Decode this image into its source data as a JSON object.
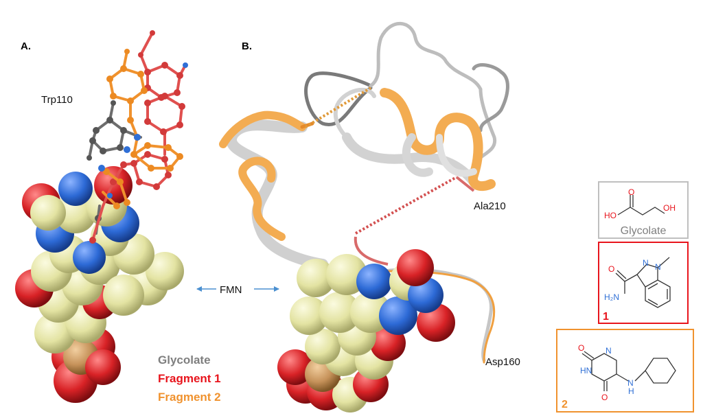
{
  "panels": {
    "a": "A.",
    "b": "B."
  },
  "labels": {
    "trp": "Trp110",
    "fmn": "FMN",
    "ala": "Ala210",
    "asp": "Asp160"
  },
  "legend": [
    {
      "text": "Glycolate",
      "color": "#7f7f7f"
    },
    {
      "text": "Fragment 1",
      "color": "#e8141c"
    },
    {
      "text": "Fragment 2",
      "color": "#f0922e"
    }
  ],
  "boxes": {
    "glycolate": {
      "caption": "Glycolate",
      "ho": "HO",
      "oh": "OH",
      "o": "O",
      "border": "#bfbfbf"
    },
    "fragment1": {
      "number": "1",
      "o": "O",
      "h2n": "H₂N",
      "n1": "N",
      "n2": "N",
      "border": "#e8141c"
    },
    "fragment2": {
      "number": "2",
      "o1": "O",
      "o2": "O",
      "n": "N",
      "hn": "HN",
      "nh": "N",
      "h": "H",
      "border": "#f0922e"
    }
  },
  "colors": {
    "carbon": "#e6e6a4",
    "nitrogen": "#2f6fd6",
    "oxygen": "#d8262a",
    "phosphorus": "#c8955a",
    "ribbon_gray": "#c9c9c9",
    "ribbon_orange": "#f3ac52",
    "loop_red": "#d86a6a"
  }
}
